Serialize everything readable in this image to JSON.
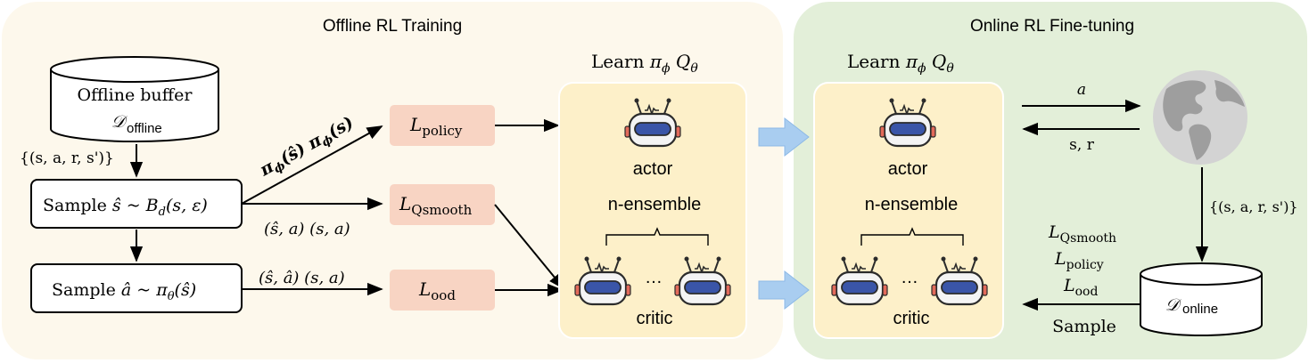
{
  "offline_section": {
    "title": "Offline RL Training",
    "bg_color": "#fdf8ec"
  },
  "online_section": {
    "title": "Online RL Fine-tuning",
    "bg_color": "#e3efd9"
  },
  "offline_buffer": {
    "line1": "Offline buffer",
    "symbol": "𝒟",
    "subscript": "offline"
  },
  "tuple_label": "{(s, a, r, s')}",
  "sample_state": {
    "prefix": "Sample ",
    "state": "ŝ",
    "tilde": " ~ ",
    "dist": "B",
    "dist_sub": "d",
    "args": "(s, ε)"
  },
  "sample_action": {
    "prefix": "Sample ",
    "action": "â",
    "tilde": " ~ ",
    "policy": "π",
    "policy_sub": "θ",
    "args": "(ŝ)"
  },
  "edge_labels": {
    "policy_edge": "π",
    "policy_edge_sub": "ϕ",
    "policy_edge_arg": "(ŝ) ",
    "policy_edge2": "π",
    "policy_edge2_sub": "ϕ",
    "policy_edge2_arg": "(s)",
    "qsmooth_edge": "(ŝ, a) (s, a)",
    "ood_edge": "(ŝ, â) (s, a)"
  },
  "losses": {
    "policy": {
      "base": "L",
      "sub": "policy"
    },
    "qsmooth": {
      "base": "L",
      "sub": "Qsmooth"
    },
    "ood": {
      "base": "L",
      "sub": "ood"
    },
    "box_color": "#f8d4c3"
  },
  "learner_offline": {
    "header": "Learn",
    "pi": "π",
    "pi_sub": "ϕ",
    "q": "Q",
    "q_sub": "θ",
    "actor": "actor",
    "ensemble": "n-ensemble",
    "critic": "critic",
    "dots": "…",
    "box_color": "#fdf0c9"
  },
  "learner_online": {
    "header": "Learn",
    "pi": "π",
    "pi_sub": "ϕ",
    "q": "Q",
    "q_sub": "θ",
    "actor": "actor",
    "ensemble": "n-ensemble",
    "critic": "critic",
    "dots": "…"
  },
  "environment": {
    "action_label": "a",
    "feedback_label": "s, r",
    "icon": "globe-icon"
  },
  "online_tuple_label": "{(s, a, r, s')}",
  "online_losses": {
    "qsmooth": {
      "base": "L",
      "sub": "Qsmooth"
    },
    "policy": {
      "base": "L",
      "sub": "policy"
    },
    "ood": {
      "base": "L",
      "sub": "ood"
    }
  },
  "online_buffer": {
    "symbol": "𝒟",
    "subscript": "online"
  },
  "sample_label": "Sample",
  "transfer_arrow_color": "#a9cdf0"
}
